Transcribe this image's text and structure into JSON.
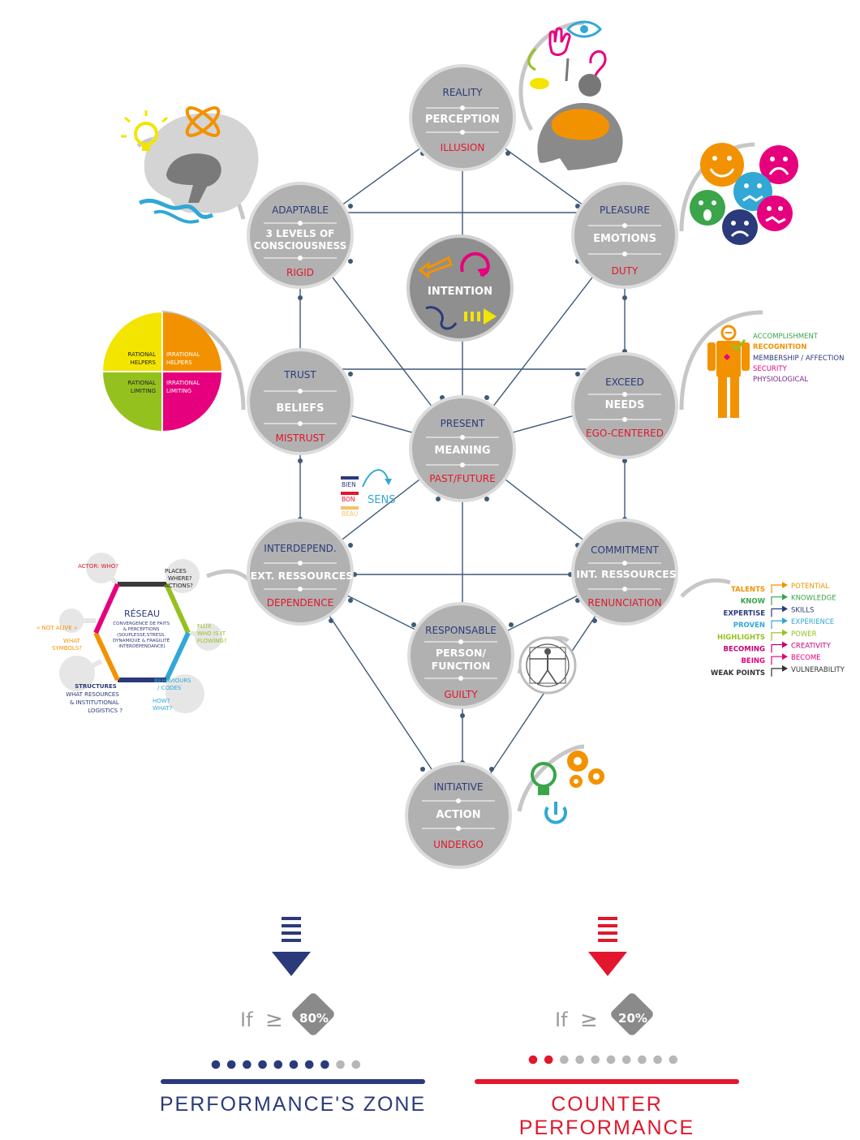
{
  "colors": {
    "navy": "#2b3a7a",
    "red": "#e2172d",
    "circle_gray": "#b1b1b1",
    "circle_dark": "#8f8f8f",
    "line": "#3e5a78",
    "orange": "#f39200",
    "yellow": "#f3e500",
    "magenta": "#e6007e",
    "green": "#95c11f",
    "cyan": "#31a8d6"
  },
  "nodes": {
    "reality": {
      "top": "REALITY",
      "mid": "PERCEPTION",
      "bot": "ILLUSION"
    },
    "adaptable": {
      "top": "ADAPTABLE",
      "mid1": "3 LEVELS OF",
      "mid2": "CONSCIOUSNESS",
      "bot": "RIGID"
    },
    "pleasure": {
      "top": "PLEASURE",
      "mid": "EMOTIONS",
      "bot": "DUTY"
    },
    "intention": {
      "mid": "INTENTION"
    },
    "trust": {
      "top": "TRUST",
      "mid": "BELIEFS",
      "bot": "MISTRUST"
    },
    "present": {
      "top": "PRESENT",
      "mid": "MEANING",
      "bot": "PAST/FUTURE"
    },
    "exceed": {
      "top": "EXCEED",
      "mid": "NEEDS",
      "bot": "EGO-CENTERED"
    },
    "interdepend": {
      "top": "INTERDEPEND.",
      "mid": "EXT. RESSOURCES",
      "bot": "DEPENDENCE"
    },
    "commitment": {
      "top": "COMMITMENT",
      "mid": "INT. RESSOURCES",
      "bot": "RENUNCIATION"
    },
    "responsable": {
      "top": "RESPONSABLE",
      "mid1": "PERSON/",
      "mid2": "FUNCTION",
      "bot": "GUILTY"
    },
    "initiative": {
      "top": "INITIATIVE",
      "mid": "ACTION",
      "bot": "UNDERGO"
    }
  },
  "beliefs_pie": {
    "rational_helpers": [
      "RATIONAL",
      "HELPERS"
    ],
    "irrational_helpers": [
      "IRRATIONAL",
      "HELPERS"
    ],
    "rational_limiting": [
      "RATIONAL",
      "LIMITING"
    ],
    "irrational_limiting": [
      "IRRATIONAL",
      "LIMITING"
    ]
  },
  "needs_list": [
    {
      "text": "ACCOMPLISHMENT",
      "color": "#3aa54a"
    },
    {
      "text": "RECOGNITION",
      "color": "#f39200"
    },
    {
      "text": "MEMBERSHIP / AFFECTION",
      "color": "#2b3a7a"
    },
    {
      "text": "SECURITY",
      "color": "#e6007e"
    },
    {
      "text": "PHYSIOLOGICAL",
      "color": "#7b2a8e"
    }
  ],
  "sens": {
    "bien": "BIEN",
    "bon": "BON",
    "beau": "BEAU",
    "sens": "SENS"
  },
  "reseau": {
    "title": "RÉSEAU",
    "desc": [
      "CONVERGENCE DE FAITS",
      "& PERCEPTIONS",
      "(SOUPLESSE,STRESS,",
      "DYNAMIQUE & FRAGILITÉ",
      "INTERDÉPENDANCE)"
    ],
    "actor": "ACTOR: WHO?",
    "places": [
      "PLACES",
      "WHERE?",
      "ACTIONS?"
    ],
    "not_alive": "« NOT ALIVE »",
    "symbols": [
      "WHAT",
      "SYMBOLS?"
    ],
    "flux": [
      "FLUX",
      "WHO IS IT",
      "FLOWING?"
    ],
    "behaviours": [
      "BEHAVIOURS",
      "/ CODES"
    ],
    "howwhat": [
      "HOW?",
      "WHAT?"
    ],
    "structures": [
      "STRUCTURES",
      "WHAT RESOURCES",
      "& INSTITUTIONAL",
      "LOGISTICS ?"
    ]
  },
  "resources_list": [
    {
      "left": "TALENTS",
      "right": "POTENTIAL",
      "color": "#f39200"
    },
    {
      "left": "KNOW",
      "right": "KNOWLEDGE",
      "color": "#3aa54a"
    },
    {
      "left": "EXPERTISE",
      "right": "SKILLS",
      "color": "#2b3a7a"
    },
    {
      "left": "PROVEN",
      "right": "EXPÉRIENCE",
      "color": "#31a8d6"
    },
    {
      "left": "HIGHLIGHTS",
      "right": "POWER",
      "color": "#95c11f"
    },
    {
      "left": "BECOMING",
      "right": "CREATIVITY",
      "color": "#c4007a"
    },
    {
      "left": "BEING",
      "right": "BECOME",
      "color": "#e6007e"
    },
    {
      "left": "WEAK POINTS",
      "right": "VULNERABILITY",
      "color": "#333333"
    }
  ],
  "performance": {
    "if_label": "If",
    "geq": "≥",
    "value": "80%",
    "filled": 8,
    "total": 10,
    "label": "PERFORMANCE'S ZONE"
  },
  "counter": {
    "if_label": "If",
    "geq": "≥",
    "value": "20%",
    "filled": 2,
    "total": 10,
    "label": "COUNTER PERFORMANCE"
  }
}
